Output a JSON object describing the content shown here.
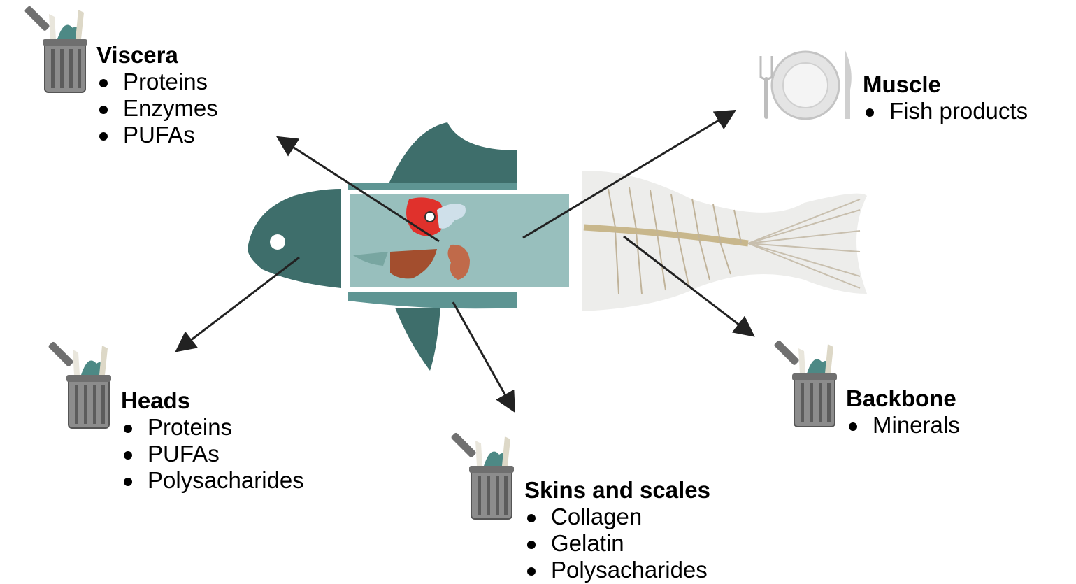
{
  "groups": [
    {
      "id": "viscera",
      "title": "Viscera",
      "items": [
        "Proteins",
        "Enzymes",
        "PUFAs"
      ]
    },
    {
      "id": "muscle",
      "title": "Muscle",
      "items": [
        "Fish products"
      ]
    },
    {
      "id": "heads",
      "title": "Heads",
      "items": [
        "Proteins",
        "PUFAs",
        "Polysacharides"
      ]
    },
    {
      "id": "skins",
      "title": "Skins and scales",
      "items": [
        "Collagen",
        "Gelatin",
        "Polysacharides"
      ]
    },
    {
      "id": "backbone",
      "title": "Backbone",
      "items": [
        "Minerals"
      ]
    }
  ],
  "icons": {
    "waste": "trash-bin-icon",
    "plate": "plate-cutlery-icon",
    "fish": "fish-icon",
    "skeleton": "fish-skeleton-icon",
    "organs": "organs-icon"
  },
  "colors": {
    "fish_dark": "#3e6e6b",
    "fish_mid": "#5e9593",
    "fish_light": "#98bfbd",
    "bin_gray": "#8c8c8c",
    "arrow": "#222222"
  }
}
